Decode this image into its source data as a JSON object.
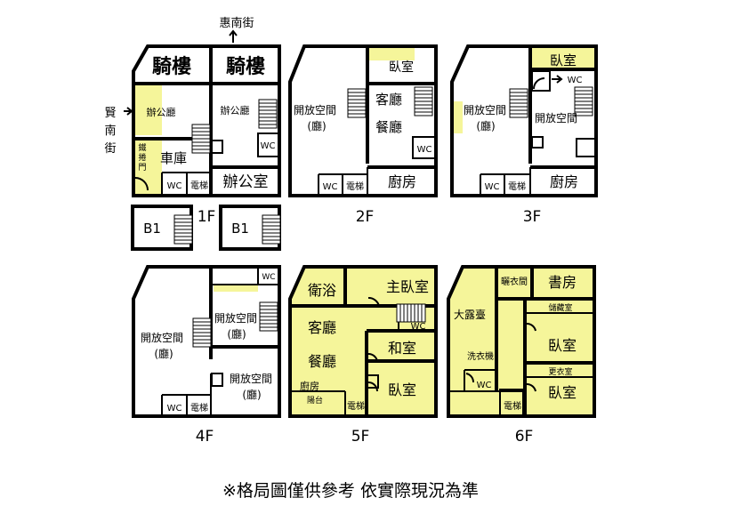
{
  "streets": {
    "top": "惠南街",
    "left_chars": [
      "賢",
      "南",
      "街"
    ]
  },
  "floors": {
    "f1": {
      "label": "1F",
      "arcade_left": "騎樓",
      "arcade_right": "騎樓",
      "office_a": "辦公廳",
      "office_b": "辦公廳",
      "garage": "車庫",
      "roll_door_chars": [
        "鐵",
        "捲",
        "門"
      ],
      "wc1": "WC",
      "wc2": "WC",
      "meter": "電梯",
      "office_big": "辦公室",
      "b1_left": "B1",
      "b1_right": "B1"
    },
    "f2": {
      "label": "2F",
      "open_space": "開放空間",
      "hall_note": "(廳)",
      "bedroom": "臥室",
      "living": "客廳",
      "dining": "餐廳",
      "wc": "WC",
      "wc2": "WC",
      "elev": "電梯",
      "kitchen": "廚房"
    },
    "f3": {
      "label": "3F",
      "bedroom": "臥室",
      "wc_arrow": "WC",
      "open_left": "開放空間",
      "hall_note": "(廳)",
      "open_right": "開放空間",
      "wc": "WC",
      "elev": "電梯",
      "kitchen": "廚房"
    },
    "f4": {
      "label": "4F",
      "wc_top": "WC",
      "open_left": "開放空間",
      "hall_left": "(廳)",
      "open_mid": "開放空間",
      "hall_mid": "(廳)",
      "open_right": "開放空間",
      "hall_right": "(廳)",
      "wc": "WC",
      "elev": "電梯"
    },
    "f5": {
      "label": "5F",
      "bath": "衛浴",
      "master": "主臥室",
      "living": "客廳",
      "wc": "WC",
      "japanese": "和室",
      "dining": "餐廳",
      "kitchen": "廚房",
      "balcony": "陽台",
      "elev": "電梯",
      "bedroom": "臥室"
    },
    "f6": {
      "label": "6F",
      "closet": "曬衣間",
      "study": "書房",
      "terrace": "大露臺",
      "storage": "儲藏室",
      "bedroom1": "臥室",
      "laundry": "洗衣機",
      "dressing": "更衣室",
      "wc": "WC",
      "bedroom2": "臥室",
      "elev": "電梯"
    }
  },
  "note": "※格局圖僅供參考  依實際現況為準",
  "colors": {
    "highlight": "#f5f59a",
    "wall": "#000000"
  }
}
